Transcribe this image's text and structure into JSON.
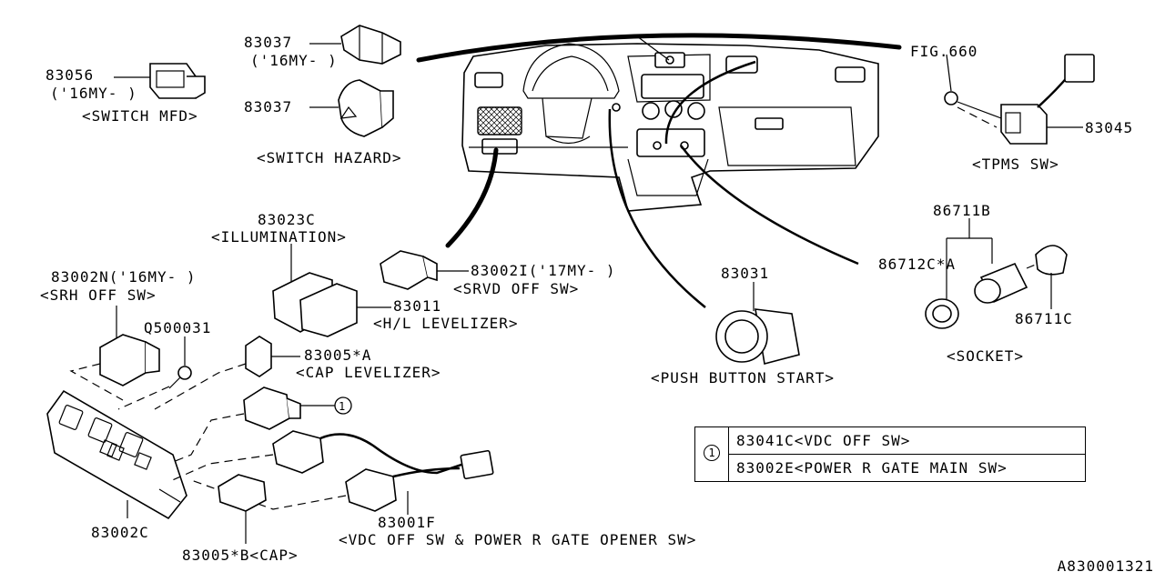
{
  "diagram": {
    "id": "A830001321",
    "labels": {
      "p83056": "83056",
      "p83056_note": "('16MY- )",
      "switch_mfd": "<SWITCH MFD>",
      "p83037_top": "83037",
      "p83037_top_note": "('16MY- )",
      "p83037_hazard": "83037",
      "switch_hazard": "<SWITCH HAZARD>",
      "fig660": "FIG.660",
      "p83045": "83045",
      "tpms_sw": "<TPMS SW>",
      "p83023c": "83023C",
      "illumination": "<ILLUMINATION>",
      "p83002n": "83002N('16MY- )",
      "srh_off_sw": "<SRH OFF SW>",
      "q500031": "Q500031",
      "p83002i": "83002I('17MY- )",
      "srvd_off_sw": "<SRVD OFF SW>",
      "p83011": "83011",
      "hl_levelizer": "<H/L LEVELIZER>",
      "p83005a": "83005*A",
      "cap_levelizer": "<CAP LEVELIZER>",
      "p83031": "83031",
      "push_button_start": "<PUSH BUTTON START>",
      "p86711b": "86711B",
      "p86712c": "86712C*A",
      "p86711c": "86711C",
      "socket": "<SOCKET>",
      "callout_1": "1",
      "p83002c": "83002C",
      "p83001f": "83001F",
      "vdc_power_sw": "<VDC OFF SW & POWER R GATE OPENER SW>",
      "p83005b": "83005*B<CAP>"
    },
    "reference_table": {
      "key": "1",
      "rows": [
        "83041C<VDC OFF SW>",
        "83002E<POWER R GATE MAIN SW>"
      ]
    }
  }
}
